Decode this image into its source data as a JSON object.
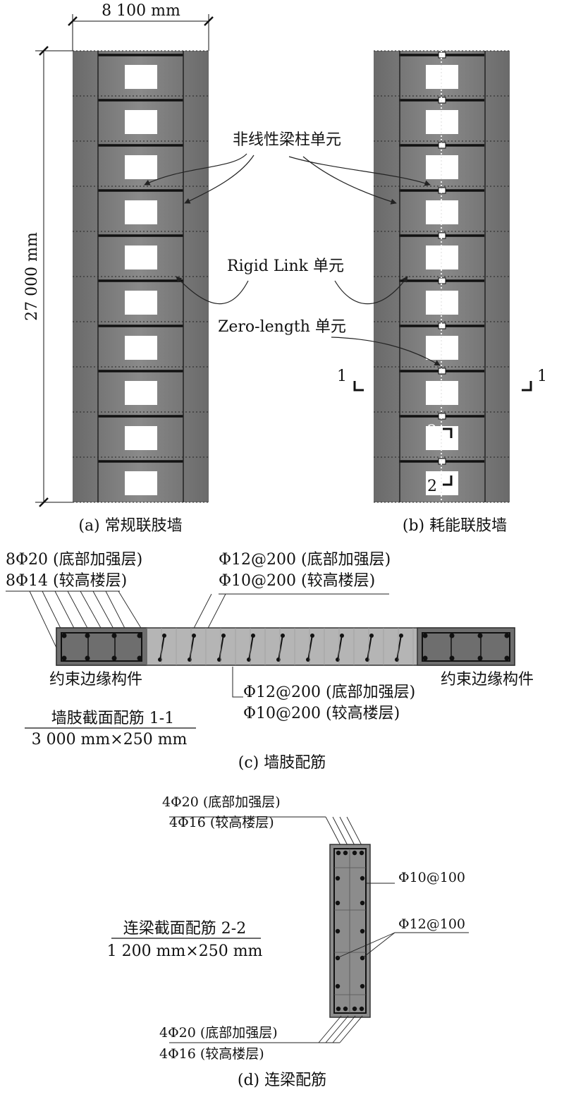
{
  "panel_a": {
    "dim_width": "8 100 mm",
    "dim_height": "27 000 mm",
    "caption": "(a) 常规联肢墙"
  },
  "panel_b": {
    "caption": "(b) 耗能联肢墙",
    "section_1": "1",
    "section_2": "2"
  },
  "annotations": {
    "nonlinear": "非线性梁柱单元",
    "rigid_link": "Rigid Link 单元",
    "zero_length": "Zero-length 单元"
  },
  "panel_c": {
    "bars_bottom": "8Φ20 (底部加强层)",
    "bars_upper": "8Φ14 (较高楼层)",
    "stirrup_bottom": "Φ12@200 (底部加强层)",
    "stirrup_upper": "Φ10@200 (较高楼层)",
    "boundary_left": "约束边缘构件",
    "boundary_right": "约束边缘构件",
    "web_bottom": "Φ12@200 (底部加强层)",
    "web_upper": "Φ10@200 (较高楼层)",
    "section_title": "墙肢截面配筋 1-1",
    "section_size": "3 000 mm×250 mm",
    "caption": "(c) 墙肢配筋"
  },
  "panel_d": {
    "top_bottom": "4Φ20 (底部加强层)",
    "top_upper": "4Φ16 (较高楼层)",
    "stirrup": "Φ10@100",
    "side_bars": "Φ12@100",
    "bot_bottom": "4Φ20 (底部加强层)",
    "bot_upper": "4Φ16 (较高楼层)",
    "section_title": "连梁截面配筋 2-2",
    "section_size": "1 200 mm×250 mm",
    "caption": "(d) 连梁配筋"
  }
}
